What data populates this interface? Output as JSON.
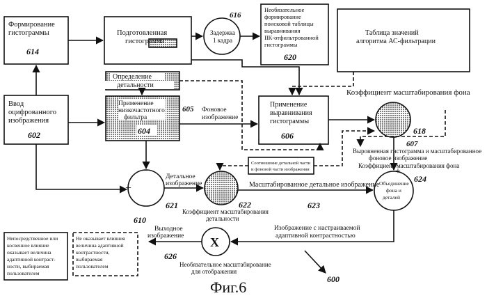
{
  "blocks": {
    "histogram_formation": {
      "lines": [
        "Формирование",
        "гистограммы"
      ],
      "ref": "614"
    },
    "prepared_histogram": {
      "lines": [
        "Подготовленная",
        "гистограмма"
      ]
    },
    "frame_delay": {
      "lines": [
        "Задержка",
        "1 кадра"
      ],
      "ref": "616"
    },
    "optional_lut": {
      "lines": [
        "Необязательное",
        "формирование",
        "поисковой таблицы",
        "выравнивания",
        "ІІК-отфильтрованной",
        "гистограммы"
      ],
      "ref": "620"
    },
    "ac_table": {
      "lines": [
        "Таблица значений",
        "алгоритма АС-фильтрации"
      ]
    },
    "detail_determination": {
      "lines": [
        "Определение",
        "детальности"
      ]
    },
    "digital_image_input": {
      "lines": [
        "Ввод",
        "оцифрованного",
        "изображения"
      ],
      "ref": "602"
    },
    "lowpass_filter": {
      "lines": [
        "Применение",
        "низкочастотного",
        "фильтра"
      ],
      "ref": "604"
    },
    "apply_equalization": {
      "lines": [
        "Применение",
        "выравнивания",
        "гистограммы"
      ],
      "ref": "606"
    },
    "ratio_box": {
      "lines": [
        "Соотношение детальной части",
        "и фоновой части изображения"
      ]
    },
    "direct_influence": {
      "lines": [
        "Непосредственное или",
        "косвенное влияние",
        "оказывает величина",
        "адаптивной контраст-",
        "ности, выбираемая",
        "пользователем"
      ]
    },
    "no_influence": {
      "lines": [
        "Не оказывает влияния",
        "величина адаптивной",
        "контрастности,",
        "выбираемая",
        "пользователем"
      ]
    }
  },
  "nodes": {
    "subtract": {
      "ref": "610",
      "minus": "−",
      "plus": "+"
    },
    "detail_mult": {
      "ref": "622"
    },
    "bg_mult": {
      "ref": "618"
    },
    "combine": {
      "lines": [
        "Объединение",
        "фона и",
        "деталей"
      ],
      "ref": "624",
      "plus": "+"
    },
    "output_mult": {
      "symbol": "X"
    }
  },
  "labels": {
    "background_image": [
      "Фоновое",
      "изображение"
    ],
    "ref_605": "605",
    "bg_scale_coef": "Коэффициент масштабирования фона",
    "ref_607": "607",
    "equalized_scaled": [
      "Выровненная гистограмма и масштабированное",
      "фоновое изображение"
    ],
    "bg_scale_coef_2": "Коэффициент масштабирования фона",
    "detail_image": [
      "Детальное",
      "изображение"
    ],
    "ref_621": "621",
    "detail_scale_coef": [
      "Коэффициент масштабирования",
      "детальности"
    ],
    "scaled_detail_image": "Масштабированное детальное изображение",
    "ref_623": "623",
    "adaptive_image": [
      "Изображение с настраиваемой",
      "адаптивной контрастностью"
    ],
    "output_image": [
      "Выходное",
      "изображение"
    ],
    "ref_626": "626",
    "optional_display_scaling": [
      "Необязательное масштабирование",
      "для отображения"
    ],
    "ref_600": "600"
  },
  "caption": "Фиг.6"
}
